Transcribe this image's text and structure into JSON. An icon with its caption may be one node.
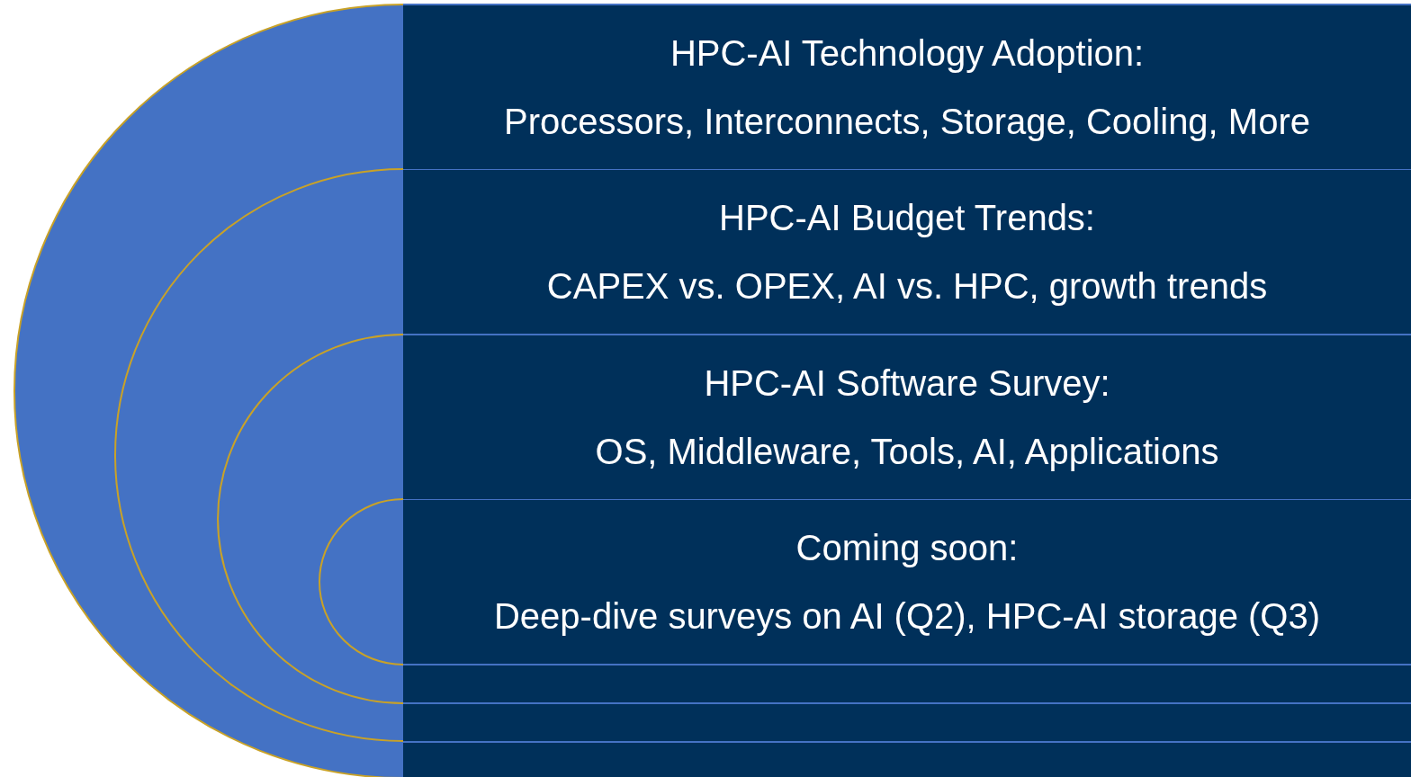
{
  "diagram": {
    "nodes": [
      {
        "text": [
          "HPC-AI Technology Adoption:",
          "Processors, Interconnects, Storage, Cooling, More"
        ]
      },
      {
        "text": [
          "HPC-AI Budget Trends:",
          "CAPEX vs. OPEX, AI vs. HPC, growth trends"
        ]
      },
      {
        "text": [
          "HPC-AI Software Survey:",
          "OS, Middleware, Tools, AI, Applications"
        ]
      },
      {
        "text": [
          "Coming soon:",
          "Deep-dive surveys on AI (Q2), HPC-AI storage (Q3)"
        ]
      }
    ]
  }
}
